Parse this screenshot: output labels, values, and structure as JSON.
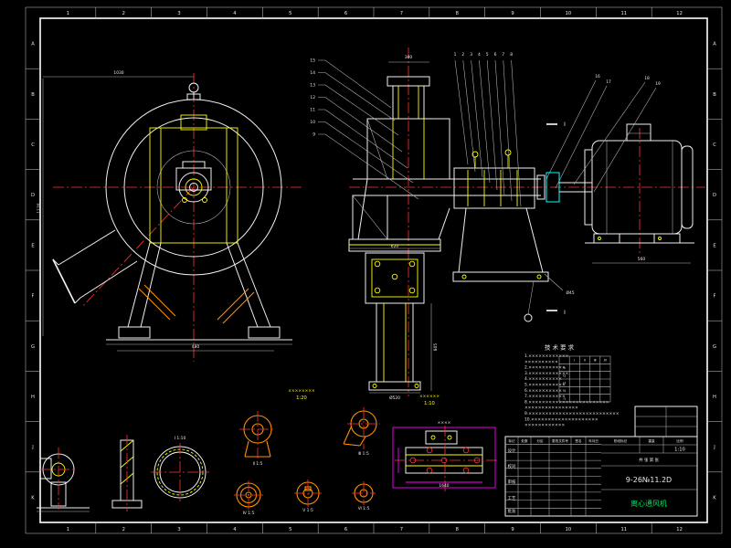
{
  "sheet": {
    "background": "#000000",
    "border": {
      "columns": [
        "1",
        "2",
        "3",
        "4",
        "5",
        "6",
        "7",
        "8",
        "9",
        "10",
        "11",
        "12"
      ],
      "rows": [
        "A",
        "B",
        "C",
        "D",
        "E",
        "F",
        "G",
        "H",
        "J",
        "K"
      ]
    }
  },
  "colors": {
    "line": "#f0f0f0",
    "centerline": "#ff3434",
    "detail": "#ffff00",
    "accent": "#ff9000",
    "highlight": "#ff00ff",
    "secondary": "#00ffff",
    "product": "#00e060"
  },
  "section_marks": {
    "label": "Ⅰ"
  },
  "callouts": {
    "left": [
      "15",
      "14",
      "13",
      "12",
      "11",
      "10",
      "9"
    ],
    "right": [
      "1",
      "2",
      "3",
      "4",
      "5",
      "6",
      "7",
      "8"
    ],
    "far_right": [
      "16",
      "17"
    ],
    "motor": [
      "18",
      "19"
    ]
  },
  "dimensions": {
    "front_height": "1120",
    "front_width": "1030",
    "inlet_top": "300",
    "base_width": "480",
    "bedplate_width": "620",
    "lower_frame_height": "805",
    "flange_dia": "Ø520",
    "motor_base": "560",
    "shaft_dia": "Ø45",
    "anchor_span": "1640"
  },
  "notes": {
    "title": "技 术 要 求",
    "lines": [
      "1.××××××××××××",
      "××××××××××",
      "2.×××××××××××",
      "3.××××××××××××",
      "4.××××××××××",
      "5.×××××××××××",
      "6.××××××××××",
      "7.×××××××××××",
      "8.××××××××××××××××××××××××",
      "××××××××××××××××",
      "9.×××××××××××××××××××××××××××",
      "10.××××××××××××××××××××",
      "××××××××××××"
    ]
  },
  "perf_table": {
    "rows": [
      [
        "",
        "Ⅰ",
        "Ⅱ",
        "Ⅲ",
        "Ⅳ"
      ],
      [
        "n",
        "",
        "",
        "",
        ""
      ],
      [
        "Q",
        "",
        "",
        "",
        ""
      ],
      [
        "H",
        "",
        "",
        "",
        ""
      ],
      [
        "N",
        "",
        "",
        "",
        ""
      ],
      [
        "η",
        "",
        "",
        "",
        ""
      ]
    ]
  },
  "group_labels": {
    "left": {
      "title": "××××××××",
      "scale": "1:20"
    },
    "right": {
      "title": "××××××",
      "scale": "1:10"
    }
  },
  "details": {
    "ring": "Ⅰ 1:10",
    "volute_a": "Ⅱ 1:5",
    "volute_b": "Ⅲ 1:5",
    "disc_a": "Ⅳ 1:5",
    "disc_b": "Ⅴ 1:5",
    "disc_c": "Ⅵ 1:5",
    "anchor_plan": "××××"
  },
  "title_block": {
    "model": "9-26№11.2D",
    "product_name": "离心通风机",
    "stage_label": "阶段标记",
    "weight_label": "重量",
    "scale_label": "比例",
    "scale_value": "1:10",
    "sheet_text": "共 张 第 张",
    "top_row": [
      "标记",
      "处数",
      "分区",
      "更改文件号",
      "签名",
      "年月日"
    ],
    "left_col": [
      "设计",
      "校对",
      "审核",
      "工艺",
      "批准"
    ]
  }
}
